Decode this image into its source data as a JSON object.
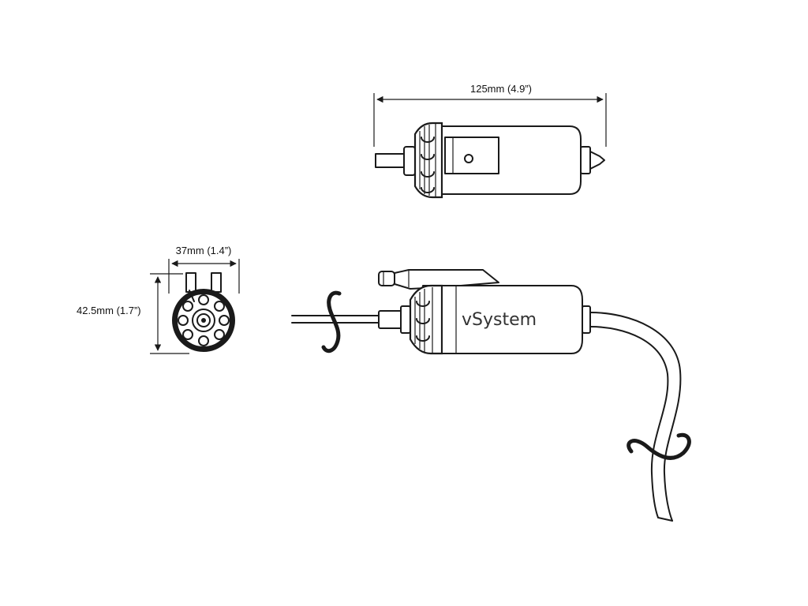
{
  "dimensions": {
    "length": "125mm (4.9”)",
    "width": "37mm (1.4”)",
    "height": "42.5mm (1.7”)"
  },
  "brand": {
    "label": "vSystem"
  },
  "colors": {
    "line": "#1a1a1a",
    "background": "#ffffff"
  }
}
